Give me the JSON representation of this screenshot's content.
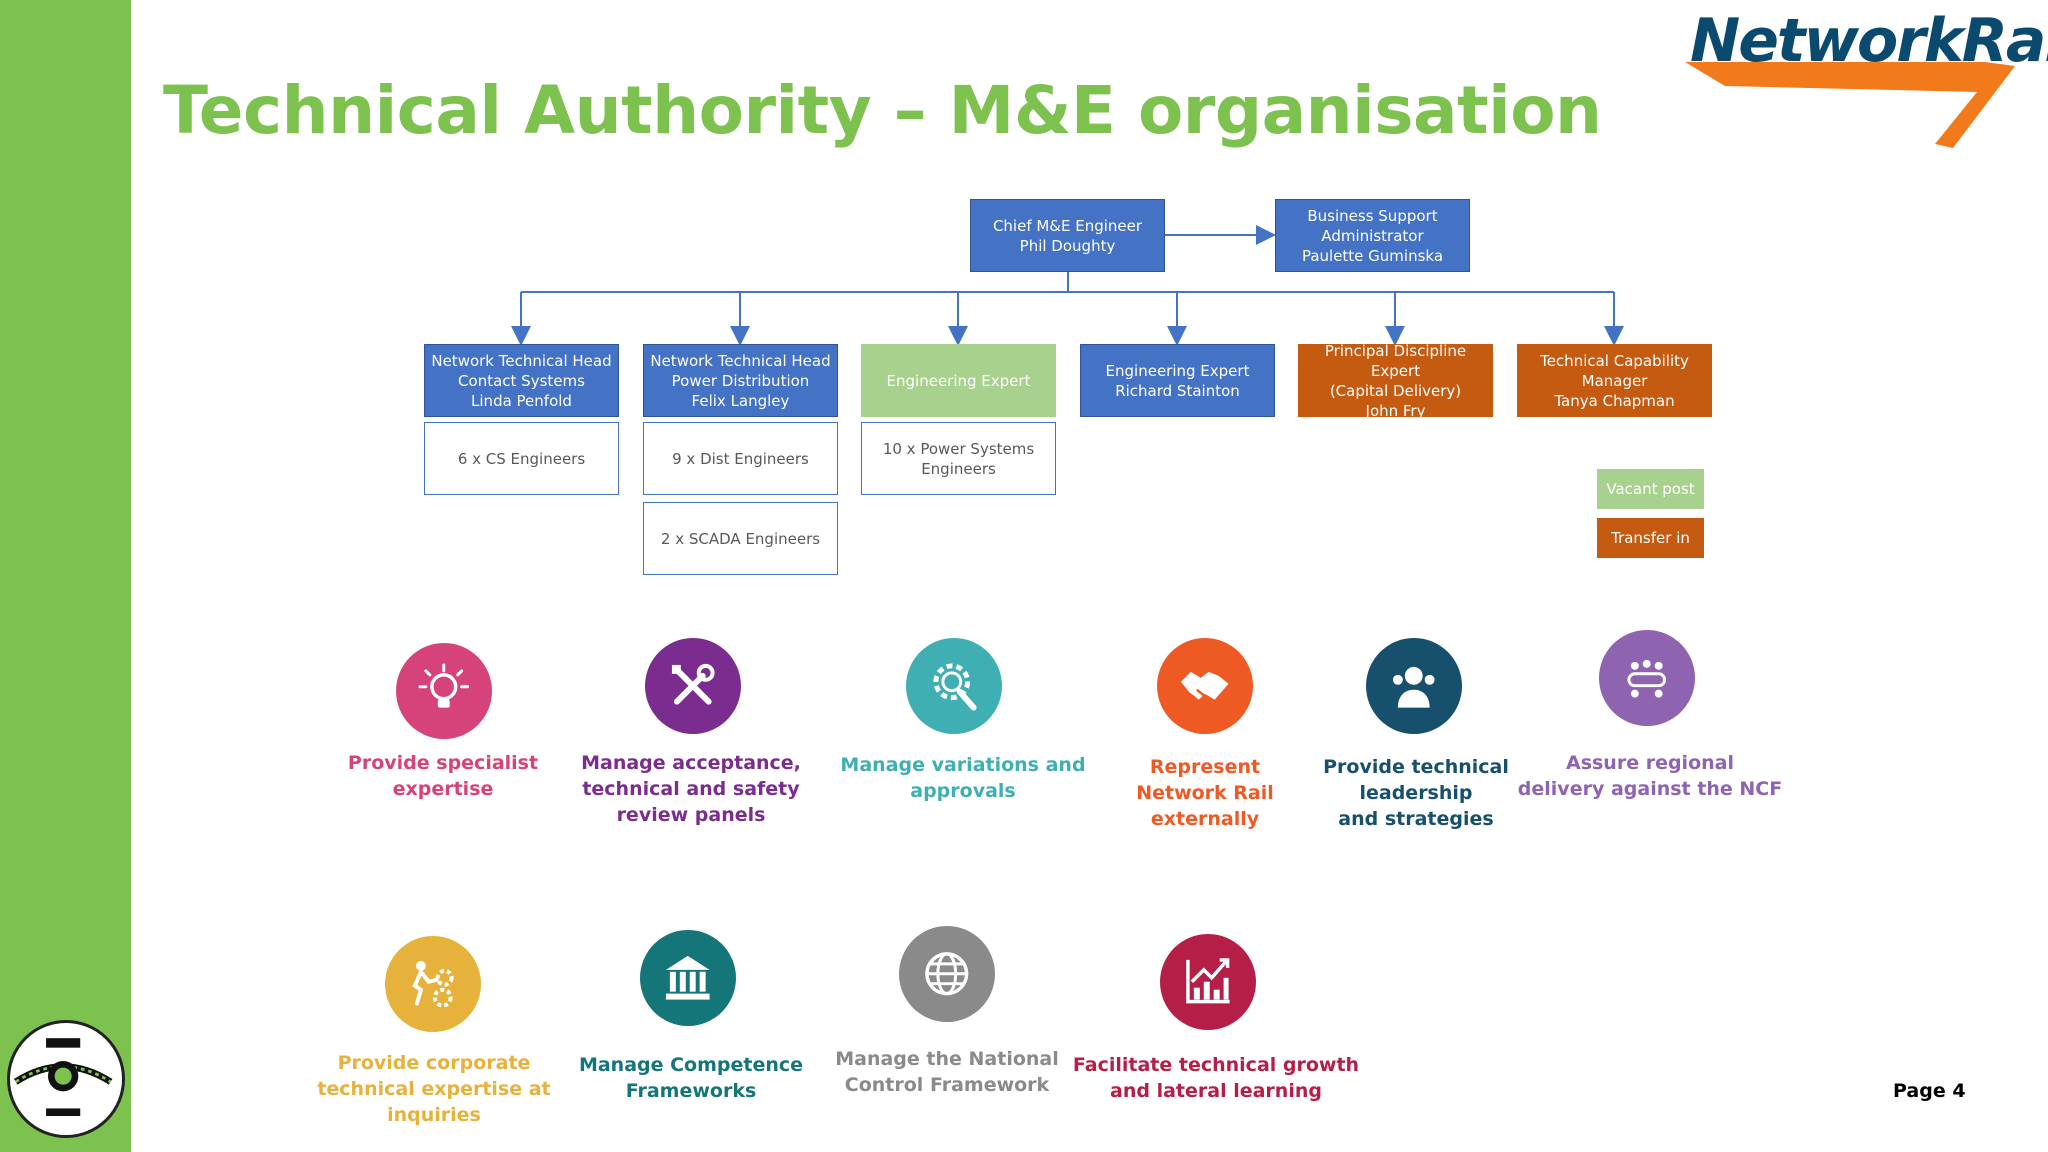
{
  "title": "Technical Authority – M&E organisation",
  "logo": {
    "text": "NetworkRail",
    "navy": "#0b4a6f",
    "orange": "#f27a1a"
  },
  "colors": {
    "green": "#7dc14e",
    "blue": "#4472c4",
    "light_green": "#a9d18e",
    "orange": "#c55a11"
  },
  "org": {
    "chief": {
      "lines": [
        "Chief M&E Engineer",
        "Phil Doughty"
      ]
    },
    "admin": {
      "lines": [
        "Business Support",
        "Administrator",
        "Paulette Guminska"
      ]
    },
    "heads": [
      {
        "lines": [
          "Network Technical Head",
          "Contact Systems",
          "Linda Penfold"
        ],
        "style": "blue"
      },
      {
        "lines": [
          "Network Technical Head",
          "Power Distribution",
          "Felix Langley"
        ],
        "style": "blue"
      },
      {
        "lines": [
          "Engineering Expert"
        ],
        "style": "light-green"
      },
      {
        "lines": [
          "Engineering Expert",
          "Richard Stainton"
        ],
        "style": "blue"
      },
      {
        "lines": [
          "Principal Discipline Expert",
          "(Capital Delivery)",
          "John Fry"
        ],
        "style": "orange"
      },
      {
        "lines": [
          "Technical Capability",
          "Manager",
          "Tanya Chapman"
        ],
        "style": "orange"
      }
    ],
    "teams": [
      {
        "lines": [
          "6 x CS Engineers"
        ]
      },
      {
        "lines": [
          "9 x Dist Engineers"
        ]
      },
      {
        "lines": [
          "10 x Power Systems",
          "Engineers"
        ]
      },
      {
        "lines": [
          "2 x SCADA Engineers"
        ]
      }
    ]
  },
  "legend": {
    "vacant": "Vacant post",
    "transfer": "Transfer in"
  },
  "functions": [
    {
      "icon": "lightbulb-icon",
      "color": "#d6437a",
      "lines": [
        "Provide specialist",
        "expertise"
      ]
    },
    {
      "icon": "tools-icon",
      "color": "#7b2c8f",
      "lines": [
        "Manage acceptance,",
        "technical and safety",
        "review panels"
      ]
    },
    {
      "icon": "gear-magnifier-icon",
      "color": "#3fafb3",
      "lines": [
        "Manage variations and",
        "approvals"
      ]
    },
    {
      "icon": "handshake-icon",
      "color": "#ef5a24",
      "lines": [
        "Represent",
        "Network Rail",
        "externally"
      ]
    },
    {
      "icon": "team-leader-icon",
      "color": "#17506d",
      "lines": [
        "Provide technical leadership",
        "and strategies"
      ]
    },
    {
      "icon": "meeting-table-icon",
      "color": "#8e63b0",
      "lines": [
        "Assure regional",
        "delivery against the NCF"
      ]
    },
    {
      "icon": "person-gears-icon",
      "color": "#e7b23b",
      "lines": [
        "Provide corporate",
        "technical expertise at",
        "inquiries"
      ]
    },
    {
      "icon": "institution-icon",
      "color": "#15767a",
      "lines": [
        "Manage Competence",
        "Frameworks"
      ]
    },
    {
      "icon": "globe-network-icon",
      "color": "#8a8a8a",
      "lines": [
        "Manage the National",
        "Control Framework"
      ]
    },
    {
      "icon": "growth-chart-icon",
      "color": "#b51f47",
      "lines": [
        "Facilitate technical growth",
        "and lateral learning"
      ]
    }
  ],
  "page": "Page 4"
}
